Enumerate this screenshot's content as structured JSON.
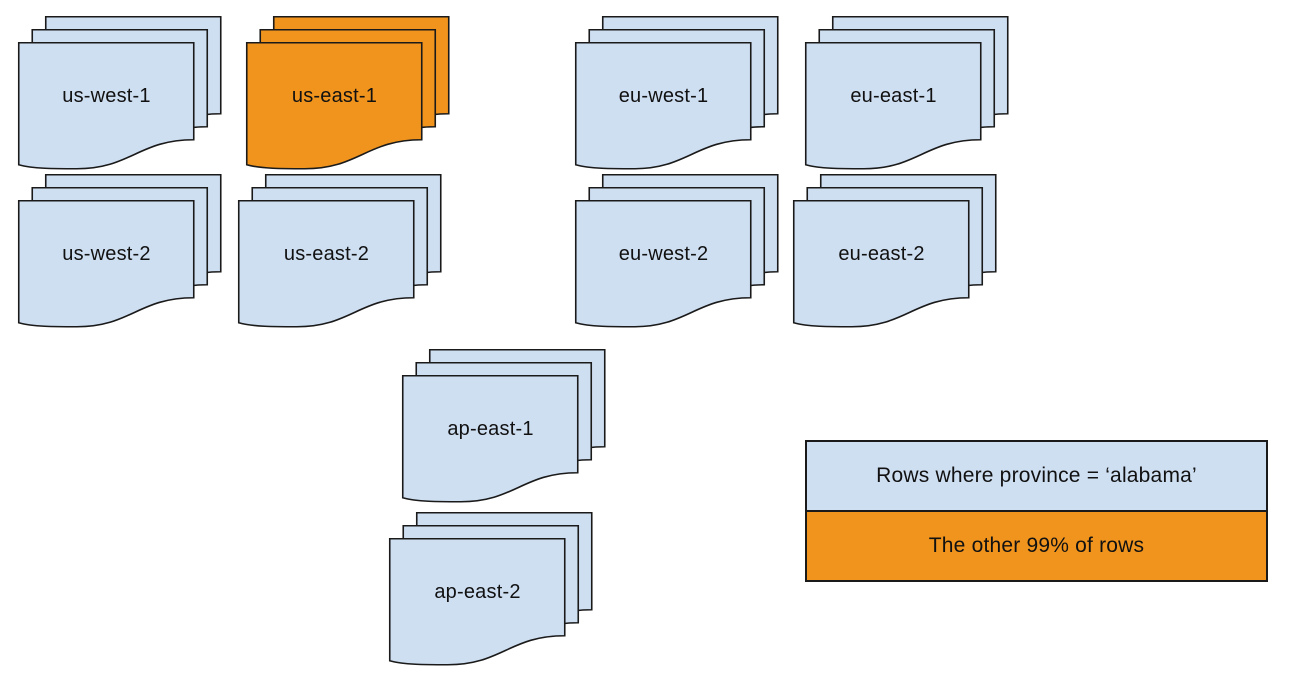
{
  "colors": {
    "partition_blue": "#CFDFF2",
    "hot_orange": "#F0941E",
    "outline": "#1a1a1a"
  },
  "stacks": [
    {
      "label": "us-west-1",
      "fill": "#CFDFF2"
    },
    {
      "label": "us-east-1",
      "fill": "#F0941E"
    },
    {
      "label": "eu-west-1",
      "fill": "#CFDFF2"
    },
    {
      "label": "eu-east-1",
      "fill": "#CFDFF2"
    },
    {
      "label": "us-west-2",
      "fill": "#CFDFF2"
    },
    {
      "label": "us-east-2",
      "fill": "#CFDFF2"
    },
    {
      "label": "eu-west-2",
      "fill": "#CFDFF2"
    },
    {
      "label": "eu-east-2",
      "fill": "#CFDFF2"
    },
    {
      "label": "ap-east-1",
      "fill": "#CFDFF2"
    },
    {
      "label": "ap-east-2",
      "fill": "#CFDFF2"
    }
  ],
  "legend": {
    "items": [
      {
        "label": "Rows where province = ‘alabama’",
        "fill": "#CFDFF2"
      },
      {
        "label": "The other 99% of rows",
        "fill": "#F0941E"
      }
    ]
  }
}
